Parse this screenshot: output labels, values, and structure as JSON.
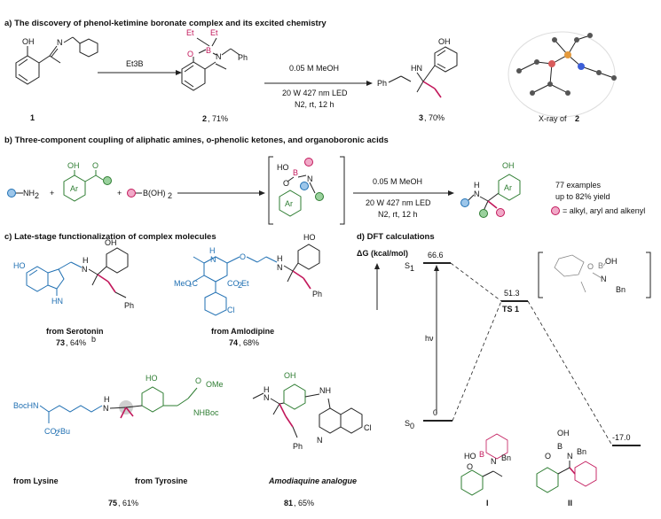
{
  "sections": {
    "a_title": "a) The discovery of phenol-ketimine boronate complex and its excited chemistry",
    "b_title": "b) Three-component coupling of aliphatic amines, o-phenolic ketones, and organoboronic acids",
    "c_title": "c) Late-stage functionalization of complex molecules",
    "d_title": "d) DFT calculations"
  },
  "scheme_a": {
    "reagent": "Et3B",
    "cond1": "0.05 M MeOH",
    "cond2": "20 W 427 nm LED",
    "cond3": "N2, rt, 12 h",
    "cmpd1": "1",
    "cmpd2_num": "2",
    "cmpd2_yield": ", 71%",
    "cmpd3_num": "3",
    "cmpd3_yield": ", 70%",
    "xray_prefix": "X-ray of ",
    "xray_num": "2"
  },
  "scheme_b": {
    "cond1": "0.05 M MeOH",
    "cond2": "20 W 427 nm LED",
    "cond3": "N2, rt, 12 h",
    "examples": "77 examples",
    "yield": "up to 82% yield",
    "legend": "= alkyl, aryl and alkenyl"
  },
  "scheme_c": {
    "m73_from": "from Serotonin",
    "m73_num": "73",
    "m73_yield": ", 64%",
    "m73_sup": "b",
    "m74_from": "from Amlodipine",
    "m74_num": "74",
    "m74_yield": ", 68%",
    "m75_from1": "from Lysine",
    "m75_from2": "from Tyrosine",
    "m75_num": "75",
    "m75_yield": ", 61%",
    "m81_from": "Amodiaquine analogue",
    "m81_num": "81",
    "m81_yield": ", 65%"
  },
  "dft": {
    "axis": "ΔG (kcal/mol)",
    "s1_label": "S",
    "s1_sub": "1",
    "s0_label": "S",
    "s0_sub": "0",
    "s1_value": "66.6",
    "ts_value": "51.3",
    "s0_value": "0",
    "end_value": "-17.0",
    "ts_label": "TS 1",
    "hv": "hν",
    "int1": "I",
    "int2": "II"
  },
  "colors": {
    "green": "#2e7d32",
    "blue": "#1f6fb2",
    "pink": "#c2185b"
  }
}
